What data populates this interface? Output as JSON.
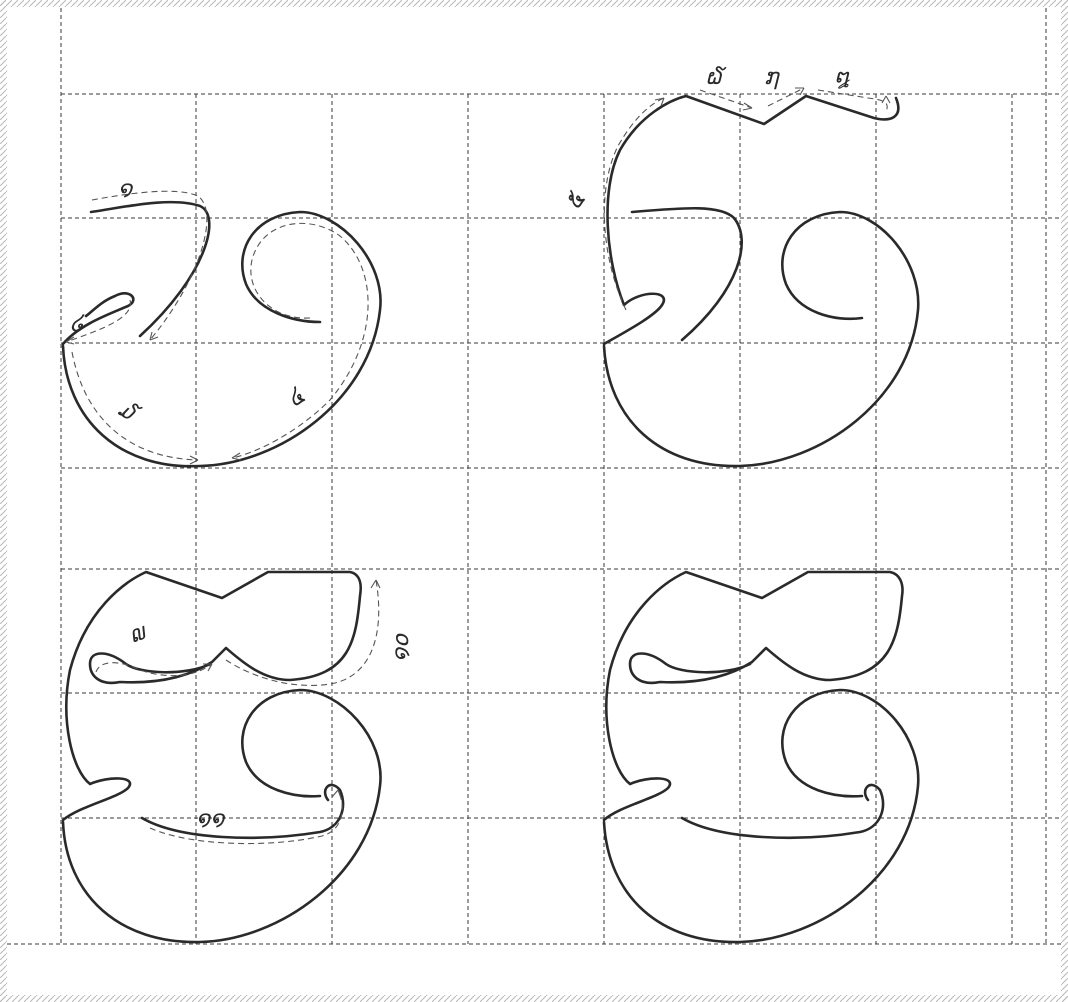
{
  "steps": [
    {
      "id": "1",
      "label": "໑"
    },
    {
      "id": "2",
      "label": "໒"
    },
    {
      "id": "3",
      "label": "໓"
    },
    {
      "id": "4",
      "label": "໔"
    },
    {
      "id": "5",
      "label": "໕"
    },
    {
      "id": "6",
      "label": "໖"
    },
    {
      "id": "7",
      "label": "໗"
    },
    {
      "id": "8",
      "label": "໘"
    },
    {
      "id": "9",
      "label": "໙"
    },
    {
      "id": "10",
      "label": "໑໐"
    },
    {
      "id": "11",
      "label": "໑໑"
    }
  ],
  "colors": {
    "stroke": "#2a2a2a",
    "guide": "#555555",
    "grid": "#3a3a3a",
    "border": "#b5b5b5"
  }
}
